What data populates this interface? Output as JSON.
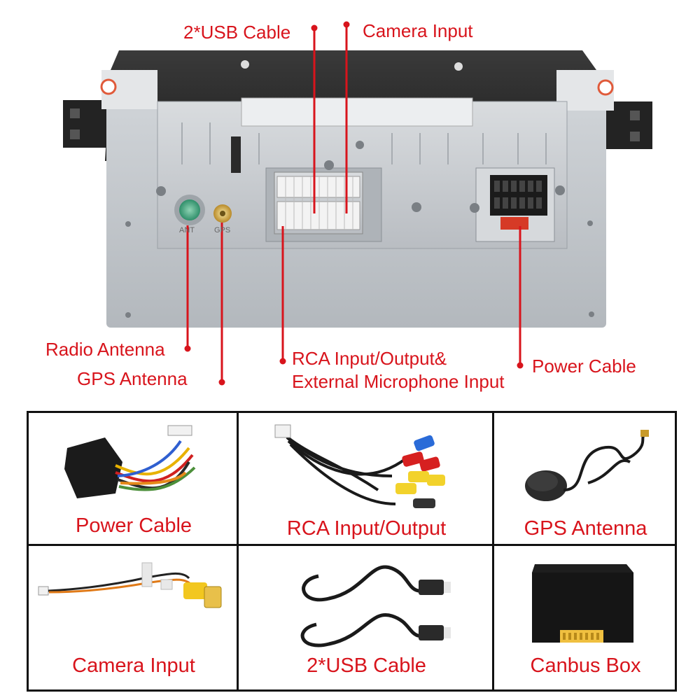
{
  "callouts": {
    "usb_cable": "2*USB Cable",
    "camera_input": "Camera Input",
    "radio_antenna": "Radio Antenna",
    "gps_antenna": "GPS Antenna",
    "rca_line1": "RCA Input/Output&",
    "rca_line2": "External Microphone Input",
    "power_cable": "Power Cable"
  },
  "port_labels": {
    "ant": "ANT",
    "gps": "GPS"
  },
  "accessories": [
    {
      "label": "Power Cable",
      "icon": "power-cable-harness-icon"
    },
    {
      "label": "RCA Input/Output",
      "icon": "rca-cable-icon"
    },
    {
      "label": "GPS Antenna",
      "icon": "gps-antenna-icon"
    },
    {
      "label": "Camera Input",
      "icon": "camera-input-cable-icon"
    },
    {
      "label": "2*USB Cable",
      "icon": "usb-cable-icon"
    },
    {
      "label": "Canbus Box",
      "icon": "canbus-box-icon"
    }
  ],
  "colors": {
    "accent": "#d8141c",
    "chassis": "#c9cdd1",
    "panel": "#b7bcc1",
    "connector": "#f2f2f2",
    "grid": "#111111"
  }
}
